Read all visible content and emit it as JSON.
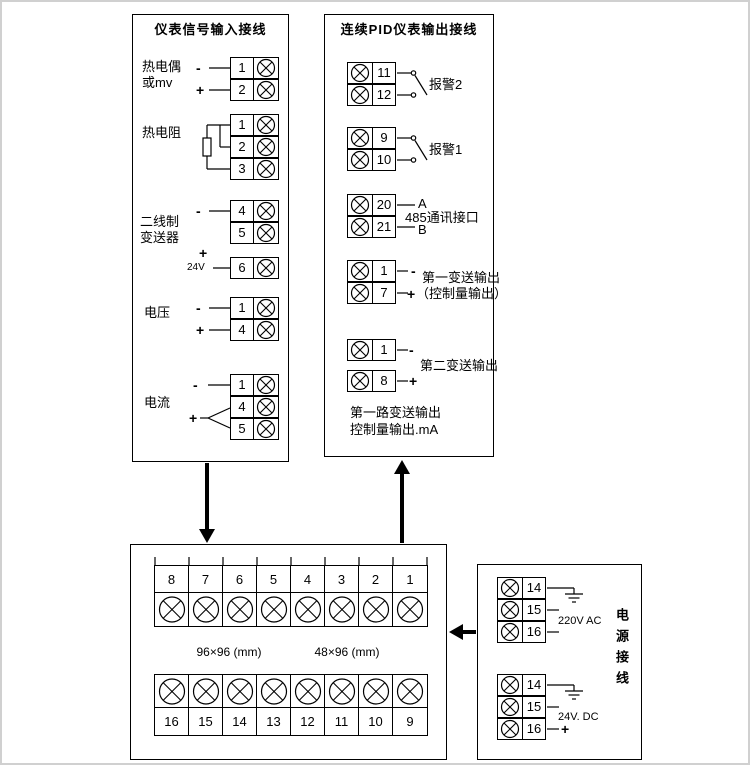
{
  "colors": {
    "line": "#000000",
    "background": "#ffffff",
    "frame": "#d0d0d0"
  },
  "left_panel": {
    "title": "仪表信号输入接线",
    "groups": [
      {
        "id": "thermocouple",
        "label_lines": [
          "热电偶",
          "或mv"
        ],
        "terminals": [
          "1",
          "2"
        ],
        "signs": [
          "-",
          "+"
        ]
      },
      {
        "id": "rtd",
        "label_lines": [
          "热电阻"
        ],
        "terminals": [
          "1",
          "2",
          "3"
        ],
        "signs": []
      },
      {
        "id": "two-wire-transmitter",
        "label_lines": [
          "二线制",
          "变送器"
        ],
        "terminals": [
          "4",
          "5",
          "6"
        ],
        "signs": [
          "-",
          "+"
        ],
        "aux_label": "24V"
      },
      {
        "id": "voltage",
        "label_lines": [
          "电压"
        ],
        "terminals": [
          "1",
          "4"
        ],
        "signs": [
          "-",
          "+"
        ]
      },
      {
        "id": "current",
        "label_lines": [
          "电流"
        ],
        "terminals": [
          "1",
          "4",
          "5"
        ],
        "signs": [
          "-",
          "+"
        ]
      }
    ]
  },
  "right_panel": {
    "title": "连续PID仪表输出接线",
    "groups": [
      {
        "id": "alarm2",
        "terminals": [
          "11",
          "12"
        ],
        "label": "报警2"
      },
      {
        "id": "alarm1",
        "terminals": [
          "9",
          "10"
        ],
        "label": "报警1"
      },
      {
        "id": "rs485",
        "terminals": [
          "20",
          "21"
        ],
        "label": "485通讯接口",
        "wire_labels": [
          "A",
          "B"
        ]
      },
      {
        "id": "transmit-output-1",
        "terminals": [
          "1",
          "7"
        ],
        "signs": [
          "-",
          "+"
        ],
        "label_lines": [
          "第一变送输出",
          "（控制量输出）"
        ]
      },
      {
        "id": "transmit-output-2",
        "terminals": [
          "1",
          "8"
        ],
        "signs": [
          "-",
          "+"
        ],
        "label_lines": [
          "第二变送输出"
        ]
      }
    ],
    "footnote_lines": [
      "第一路变送输出",
      "控制量输出.mA"
    ]
  },
  "bottom_panel": {
    "top_row": [
      "8",
      "7",
      "6",
      "5",
      "4",
      "3",
      "2",
      "1"
    ],
    "bottom_row": [
      "16",
      "15",
      "14",
      "13",
      "12",
      "11",
      "10",
      "9"
    ],
    "size_labels": [
      "96×96 (mm)",
      "48×96 (mm)"
    ]
  },
  "power_panel": {
    "title_vertical": "电源接线",
    "groups": [
      {
        "id": "ac",
        "terminals": [
          "14",
          "15",
          "16"
        ],
        "label": "220V AC",
        "has_ground": true
      },
      {
        "id": "dc",
        "terminals": [
          "14",
          "15",
          "16"
        ],
        "label": "24V. DC",
        "has_ground": true,
        "plus_sign": "+"
      }
    ]
  }
}
